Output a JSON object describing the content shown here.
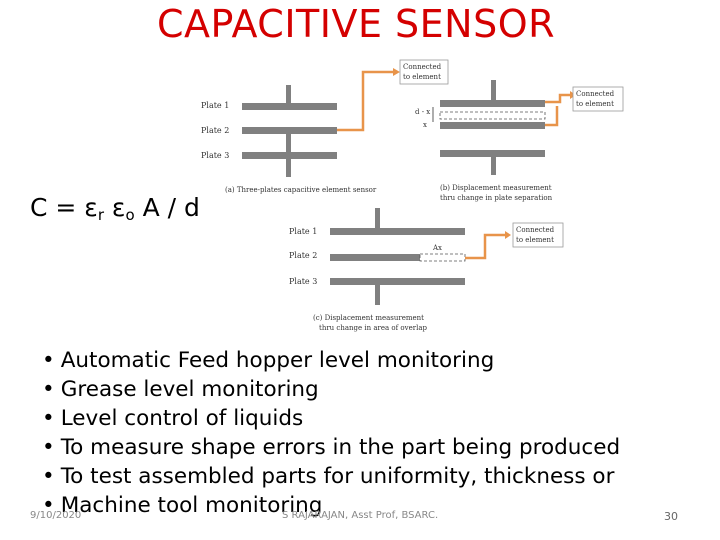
{
  "slide": {
    "title": "CAPACITIVE SENSOR",
    "formula": {
      "c": "C = ε",
      "sub_r": "r",
      "eps": " ε",
      "sub_o": "o",
      "rest": " A / d"
    },
    "bullets": [
      "Automatic Feed hopper level monitoring",
      "Grease level monitoring",
      "Level control of liquids",
      "To measure shape errors in the part being produced",
      "To test assembled parts for uniformity, thickness or",
      "Machine tool monitoring"
    ],
    "bullet_symbol": "•",
    "footer": {
      "date": "9/10/2020",
      "author": "S RAJARAJAN, Asst Prof, BSARC.",
      "page": "30"
    }
  },
  "figure": {
    "labels": {
      "plate1": "Plate 1",
      "plate2": "Plate 2",
      "plate3": "Plate 3",
      "connected_top_1": "Connected",
      "connected_top_2": "to element",
      "connected_right_1": "Connected",
      "connected_right_2": "to element",
      "connected_c_1": "Connected",
      "connected_c_2": "to element",
      "d_minus_x": "d - x",
      "x_label": "x",
      "ax_label": "Ax",
      "caption_a": "(a) Three-plates capacitive element sensor",
      "caption_b_1": "(b) Displacement measurement",
      "caption_b_2": "thru change in plate separation",
      "caption_c_1": "(c) Displacement measurement",
      "caption_c_2": "thru change in area of overlap",
      "c_plate1": "Plate 1",
      "c_plate2": "Plate 2",
      "c_plate3": "Plate 3"
    },
    "colors": {
      "plate": "#808080",
      "wire": "#e8944a",
      "title": "#d40000"
    }
  }
}
